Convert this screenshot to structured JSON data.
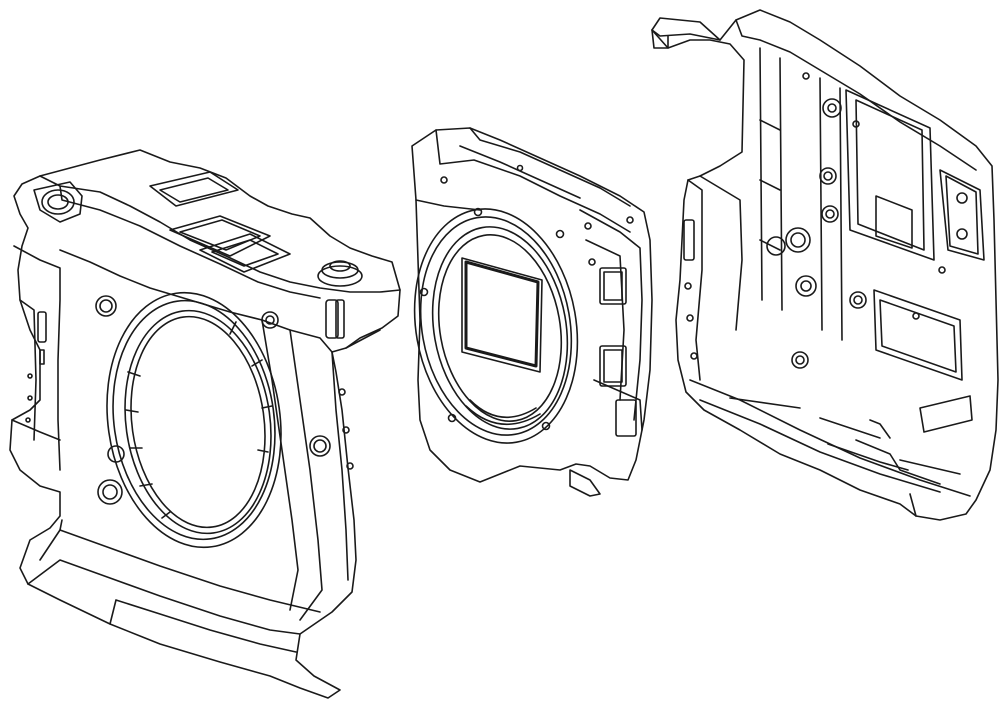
{
  "diagram": {
    "style": "technical-line-drawing",
    "colors": {
      "line": "#1a1a1a",
      "fill": "#ffffff",
      "background": "#ffffff"
    },
    "parts": [
      {
        "id": "front-body",
        "label": ""
      },
      {
        "id": "mount-sensor-module",
        "label": ""
      },
      {
        "id": "rear-body",
        "label": ""
      }
    ]
  }
}
